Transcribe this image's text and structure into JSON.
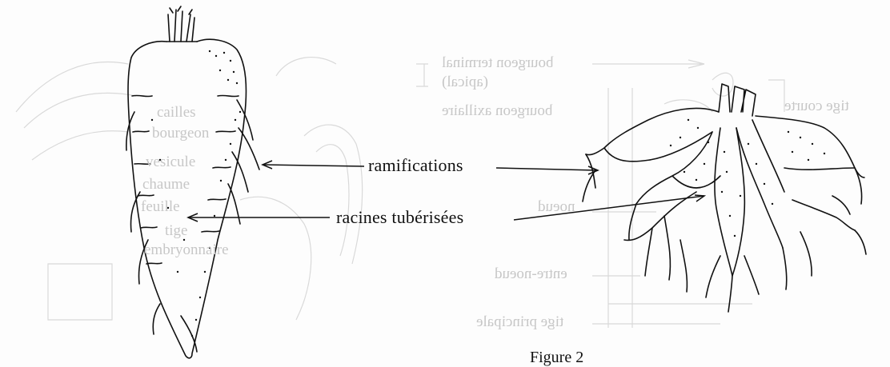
{
  "labels": {
    "ramifications": "ramifications",
    "tuberous_roots": "racines tubérisées"
  },
  "caption": "Figure 2",
  "show_through": {
    "terminal_bud": "bourgeon terminal",
    "apical": "(apical)",
    "axillary_bud": "bourgeon axillaire",
    "node": "noeud",
    "internode": "entre-noeud",
    "main_stem": "tige principale",
    "left_1": "cailles",
    "left_2": "bourgeon",
    "left_3": "vesicule",
    "left_4": "chaume",
    "left_5": "feuille",
    "left_6": "tige",
    "left_7": "embryonnaire",
    "right_top": "tige courte"
  },
  "colors": {
    "ink": "#111111",
    "ghost": "#c7c7c7",
    "paper": "#fdfdfd"
  }
}
